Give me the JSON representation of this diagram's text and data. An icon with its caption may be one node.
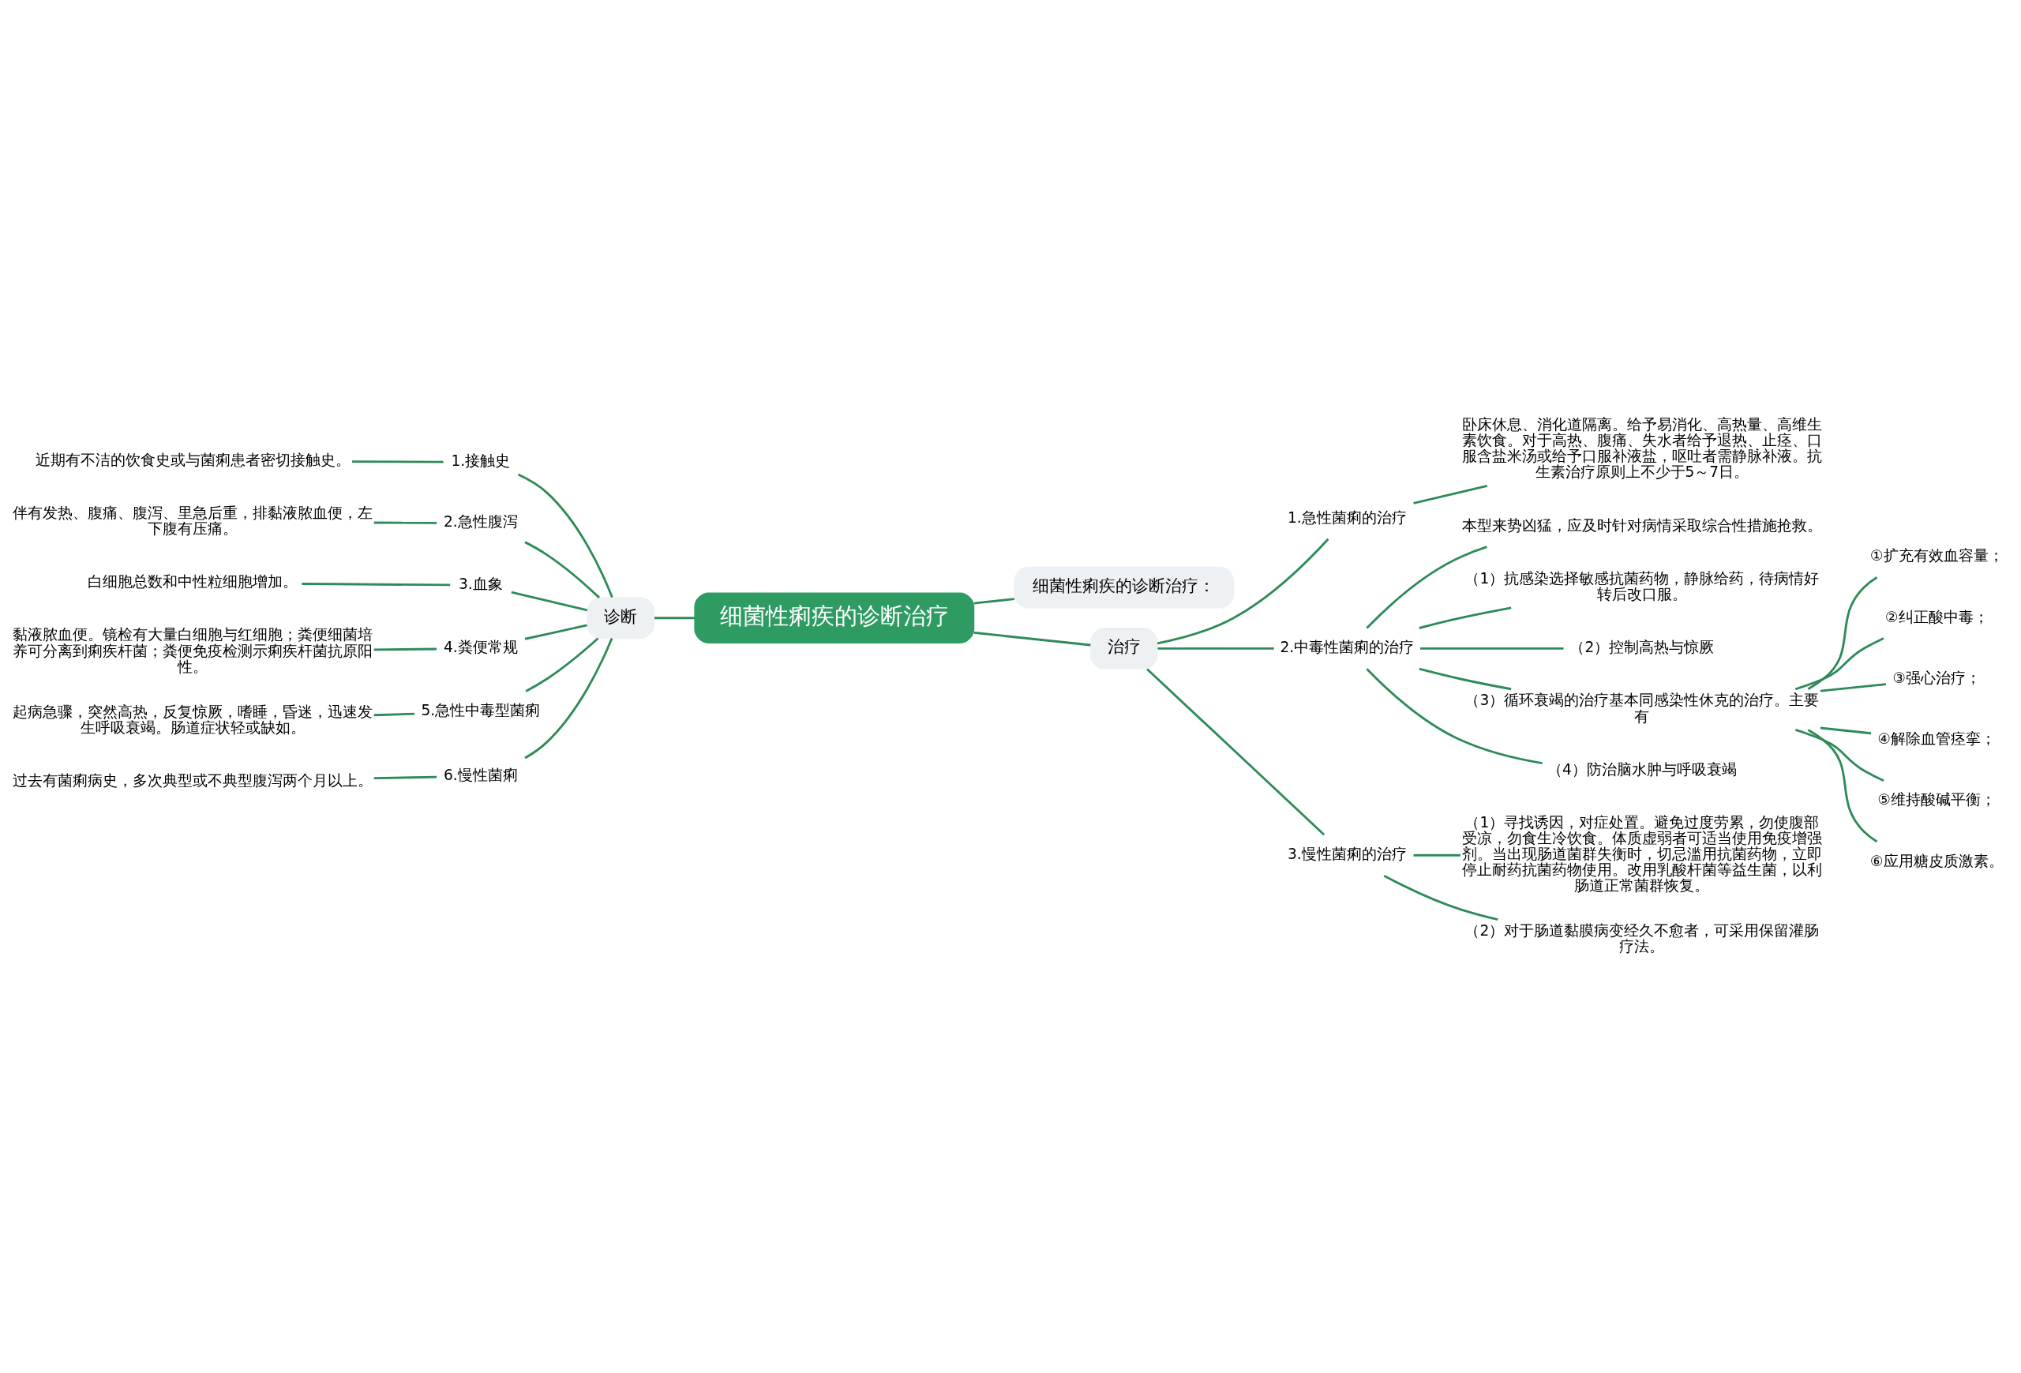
{
  "diagram": {
    "nodes": [
      {
        "text": [
          "细菌性痢疾的诊断治疗"
        ]
      },
      {
        "text": [
          "细菌性痢疾的诊断治疗："
        ]
      },
      {
        "text": [
          "诊断"
        ]
      },
      {
        "text": [
          "1.接触史"
        ]
      },
      {
        "text": [
          "近期有不洁的饮食史或与菌痢患者密切接触史。"
        ]
      },
      {
        "text": [
          "2.急性腹泻"
        ]
      },
      {
        "text": [
          "伴有发热、腹痛、腹泻、里急后重，排黏液脓血便，左下腹有压痛。"
        ]
      },
      {
        "text": [
          "3.血象"
        ]
      },
      {
        "text": [
          "白细胞总数和中性粒细胞增加。"
        ]
      },
      {
        "text": [
          "4.粪便常规"
        ]
      },
      {
        "text": [
          "黏液脓血便。镜检有大量白细胞与红细胞；粪便细菌培养可分离到痢疾杆菌；粪便免疫检测示痢疾杆菌抗原阳性。"
        ]
      },
      {
        "text": [
          "5.急性中毒型菌痢"
        ]
      },
      {
        "text": [
          "起病急骤，突然高热，反复惊厥，嗜睡，昏迷，迅速发生呼吸衰竭。肠道症状轻或缺如。"
        ]
      },
      {
        "text": [
          "6.慢性菌痢"
        ]
      },
      {
        "text": [
          "过去有菌痢病史，多次典型或不典型腹泻两个月以上。"
        ]
      },
      {
        "text": [
          "治疗"
        ]
      },
      {
        "text": [
          "1.急性菌痢的治疗"
        ]
      },
      {
        "text": [
          "卧床休息、消化道隔离。给予易消化、高热量、高维生素饮食。对于高热、腹痛、失水者给予退热、止痉、口服含盐米汤或给予口服补液盐，呕吐者需静脉补液。抗生素治疗原则上不少于5～7日。"
        ]
      },
      {
        "text": [
          "2.中毒性菌痢的治疗"
        ]
      },
      {
        "text": [
          "本型来势凶猛，应及时针对病情采取综合性措施抢救。"
        ]
      },
      {
        "text": [
          "（1）抗感染选择敏感抗菌药物，静脉给药，待病情好转后改口服。"
        ]
      },
      {
        "text": [
          "（2）控制高热与惊厥"
        ]
      },
      {
        "text": [
          "（3）循环衰竭的治疗基本同感染性休克的治疗。主要有"
        ]
      },
      {
        "text": [
          "①扩充有效血容量；"
        ]
      },
      {
        "text": [
          "②纠正酸中毒；"
        ]
      },
      {
        "text": [
          "③强心治疗；"
        ]
      },
      {
        "text": [
          "④解除血管痉挛；"
        ]
      },
      {
        "text": [
          "⑤维持酸碱平衡；"
        ]
      },
      {
        "text": [
          "⑥应用糖皮质激素。"
        ]
      },
      {
        "text": [
          "（4）防治脑水肿与呼吸衰竭"
        ]
      },
      {
        "text": [
          "3.慢性菌痢的治疗"
        ]
      },
      {
        "text": [
          "（1）寻找诱因，对症处置。避免过度劳累，勿使腹部受凉，勿食生冷饮食。体质虚弱者可适当使用免疫增强剂。当出现肠道菌群失衡时，切忌滥用抗菌药物，立即停止耐药抗菌药物使用。改用乳酸杆菌等益生菌，以利肠道正常菌群恢复。"
        ]
      },
      {
        "text": [
          "（2）对于肠道黏膜病变经久不愈者，可采用保留灌肠疗法。"
        ]
      }
    ],
    "edges": [
      {
        "from": 0,
        "to": 1,
        "arrow": "none"
      },
      {
        "from": 0,
        "to": 2,
        "arrow": "none"
      },
      {
        "from": 2,
        "to": 3,
        "arrow": "none"
      },
      {
        "from": 3,
        "to": 4,
        "arrow": "none"
      },
      {
        "from": 2,
        "to": 5,
        "arrow": "none"
      },
      {
        "from": 5,
        "to": 6,
        "arrow": "none"
      },
      {
        "from": 2,
        "to": 7,
        "arrow": "none"
      },
      {
        "from": 7,
        "to": 8,
        "arrow": "none"
      },
      {
        "from": 2,
        "to": 9,
        "arrow": "none"
      },
      {
        "from": 9,
        "to": 10,
        "arrow": "none"
      },
      {
        "from": 2,
        "to": 11,
        "arrow": "none"
      },
      {
        "from": 11,
        "to": 12,
        "arrow": "none"
      },
      {
        "from": 2,
        "to": 13,
        "arrow": "none"
      },
      {
        "from": 13,
        "to": 14,
        "arrow": "none"
      },
      {
        "from": 0,
        "to": 15,
        "arrow": "none"
      },
      {
        "from": 15,
        "to": 16,
        "arrow": "none"
      },
      {
        "from": 16,
        "to": 17,
        "arrow": "none"
      },
      {
        "from": 15,
        "to": 18,
        "arrow": "none"
      },
      {
        "from": 18,
        "to": 19,
        "arrow": "none"
      },
      {
        "from": 18,
        "to": 20,
        "arrow": "none"
      },
      {
        "from": 18,
        "to": 21,
        "arrow": "none"
      },
      {
        "from": 18,
        "to": 22,
        "arrow": "none"
      },
      {
        "from": 22,
        "to": 23,
        "arrow": "none"
      },
      {
        "from": 22,
        "to": 24,
        "arrow": "none"
      },
      {
        "from": 22,
        "to": 25,
        "arrow": "none"
      },
      {
        "from": 22,
        "to": 26,
        "arrow": "none"
      },
      {
        "from": 22,
        "to": 27,
        "arrow": "none"
      },
      {
        "from": 22,
        "to": 28,
        "arrow": "none"
      },
      {
        "from": 18,
        "to": 29,
        "arrow": "none"
      },
      {
        "from": 15,
        "to": 30,
        "arrow": "none"
      },
      {
        "from": 30,
        "to": 31,
        "arrow": "none"
      },
      {
        "from": 30,
        "to": 32,
        "arrow": "none"
      }
    ]
  }
}
